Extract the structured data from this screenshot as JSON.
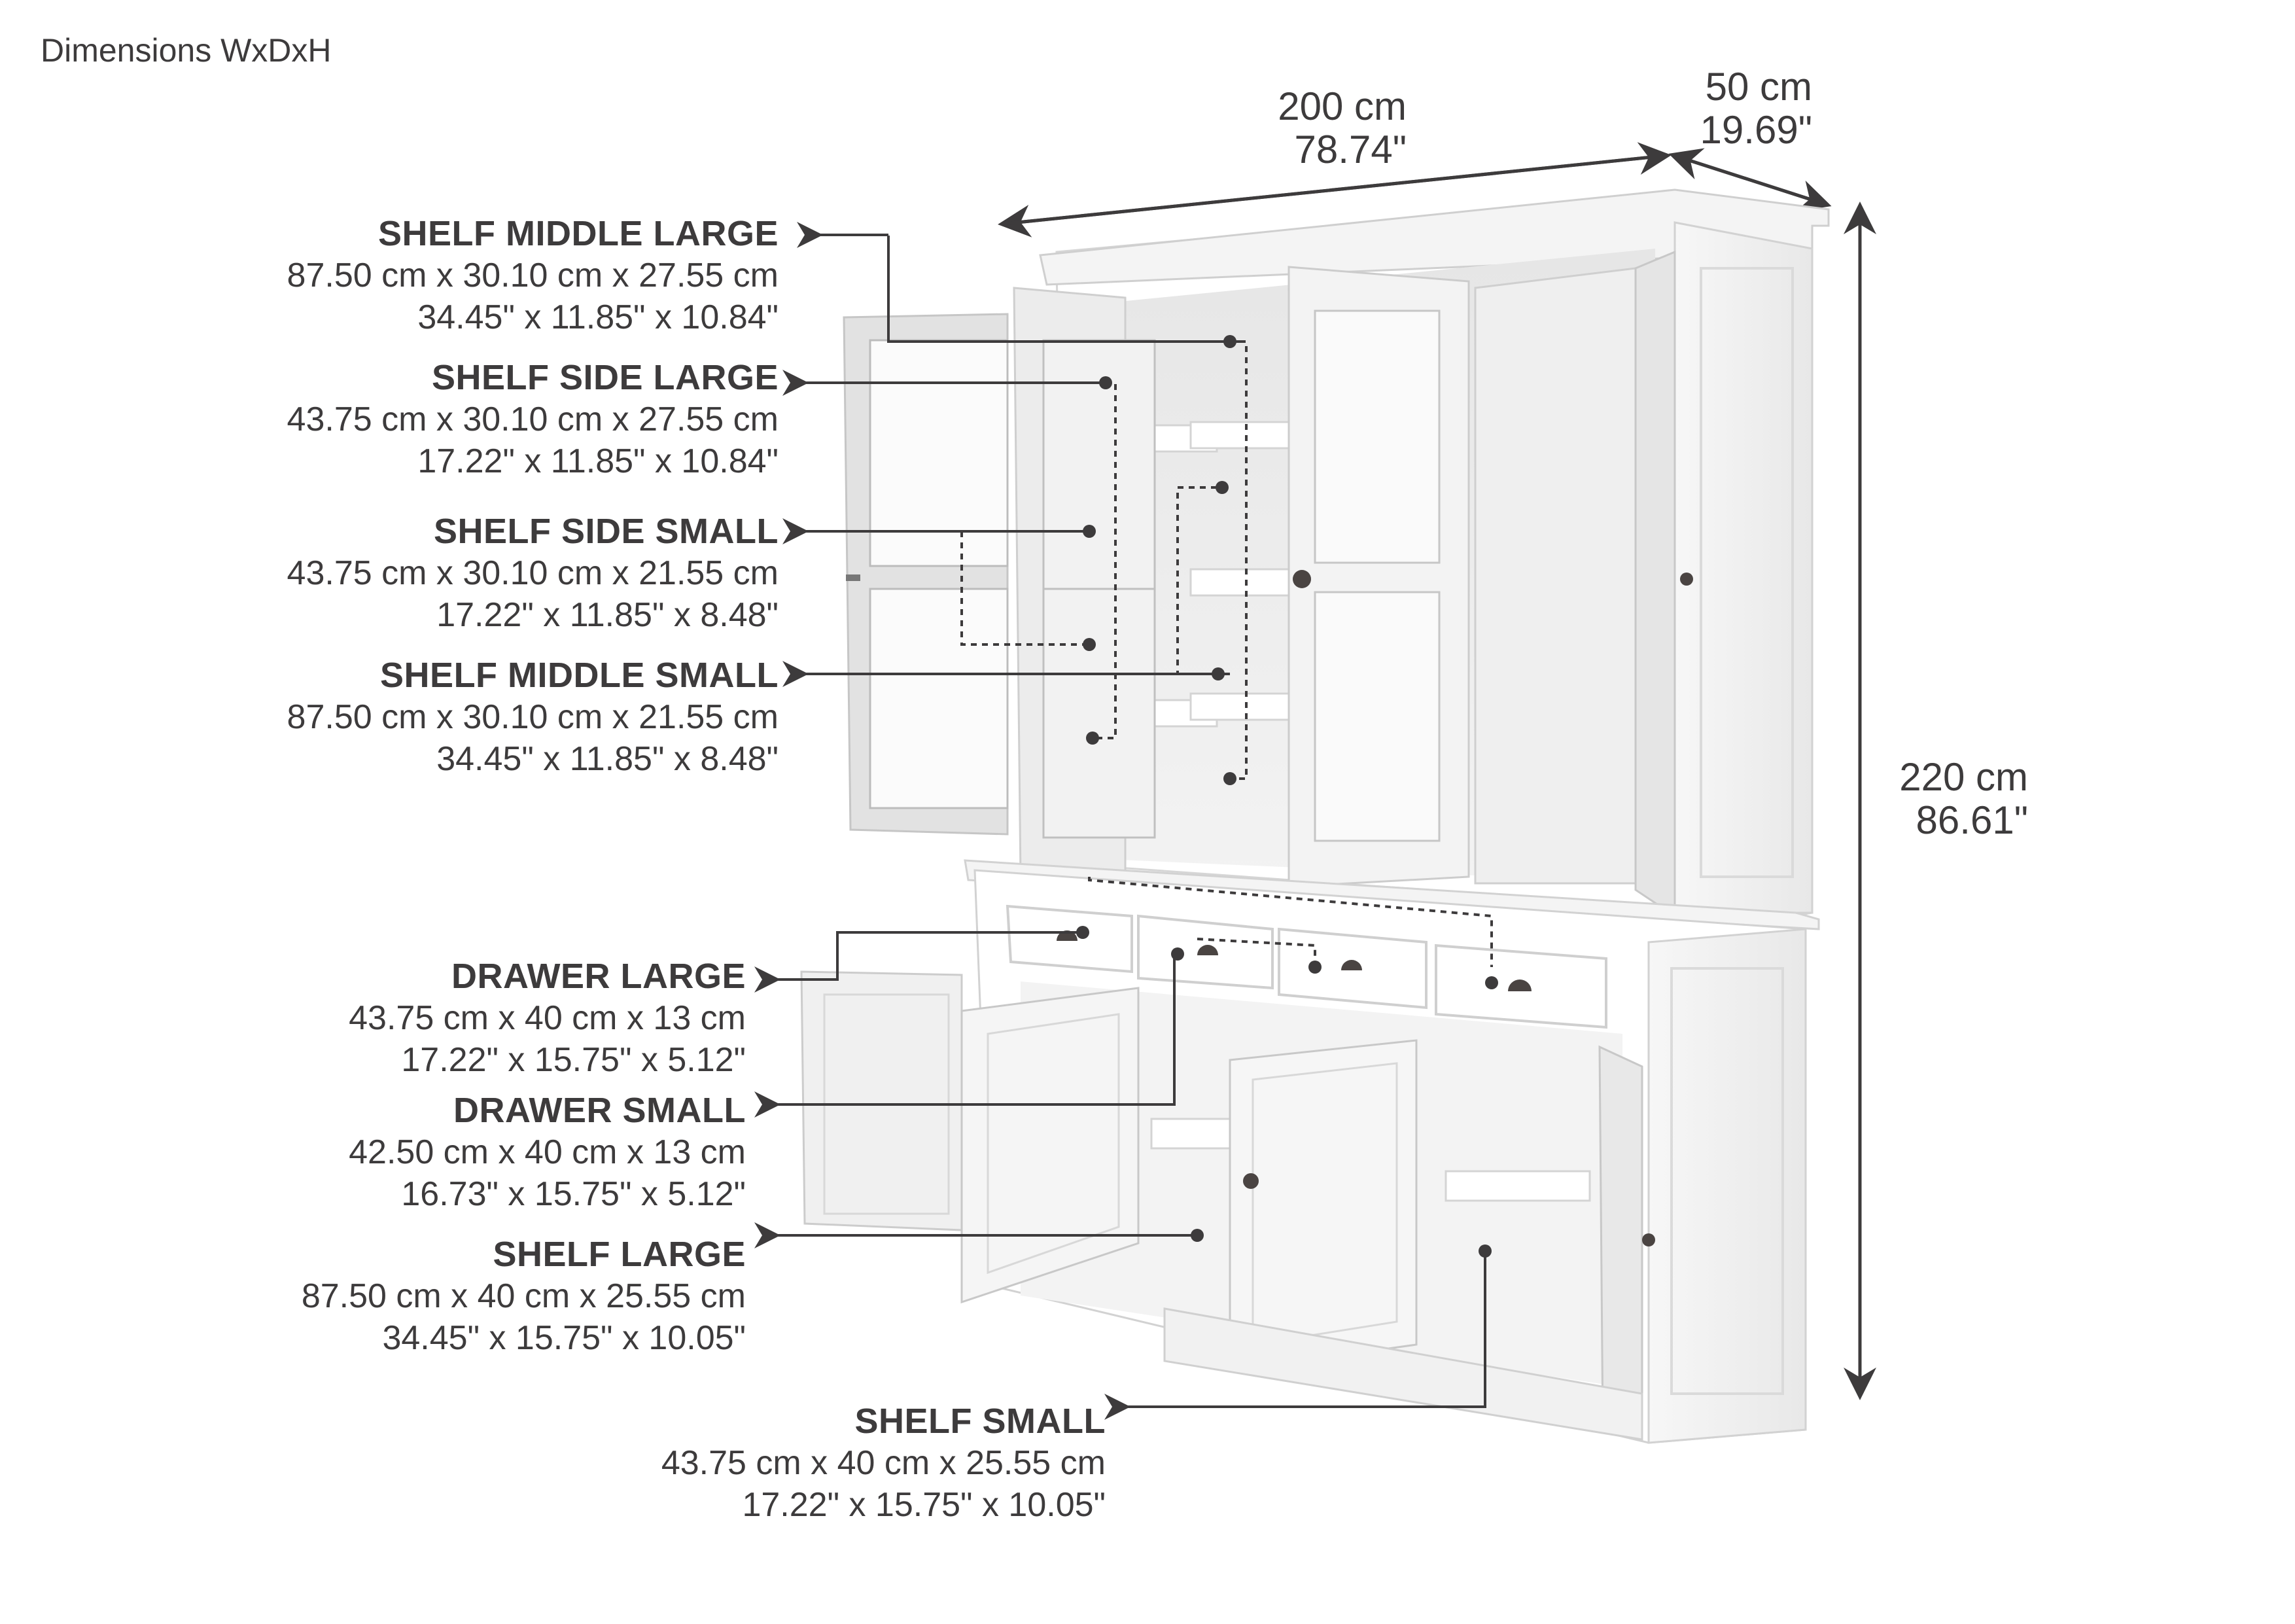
{
  "title": "Dimensions WxDxH",
  "overall_dimensions": {
    "width": {
      "cm": "200 cm",
      "in": "78.74\""
    },
    "depth": {
      "cm": "50 cm",
      "in": "19.69\""
    },
    "height": {
      "cm": "220 cm",
      "in": "86.61\""
    }
  },
  "parts": [
    {
      "name": "SHELF MIDDLE LARGE",
      "cm": "87.50 cm x 30.10 cm x 27.55 cm",
      "in": "34.45\" x 11.85\" x 10.84\""
    },
    {
      "name": "SHELF SIDE LARGE",
      "cm": "43.75 cm x 30.10 cm x 27.55 cm",
      "in": "17.22\" x 11.85\" x 10.84\""
    },
    {
      "name": "SHELF SIDE SMALL",
      "cm": "43.75 cm x 30.10 cm x 21.55 cm",
      "in": "17.22\" x 11.85\" x 8.48\""
    },
    {
      "name": "SHELF MIDDLE SMALL",
      "cm": "87.50 cm x 30.10 cm x 21.55 cm",
      "in": "34.45\" x 11.85\" x 8.48\""
    },
    {
      "name": "DRAWER LARGE",
      "cm": "43.75 cm x 40 cm x 13 cm",
      "in": "17.22\" x 15.75\" x 5.12\""
    },
    {
      "name": "DRAWER SMALL",
      "cm": "42.50 cm x 40 cm x 13 cm",
      "in": "16.73\" x 15.75\" x 5.12\""
    },
    {
      "name": "SHELF LARGE",
      "cm": "87.50 cm x 40 cm x 25.55 cm",
      "in": "34.45\" x 15.75\" x 10.05\""
    },
    {
      "name": "SHELF SMALL",
      "cm": "43.75 cm x 40 cm x 25.55 cm",
      "in": "17.22\" x 15.75\" x 10.05\""
    }
  ],
  "colors": {
    "text": "#3d3b3c",
    "cabinet": "#ffffff",
    "cabinet_shade": "#e4e4e4",
    "glass": "#f4f4f4"
  }
}
